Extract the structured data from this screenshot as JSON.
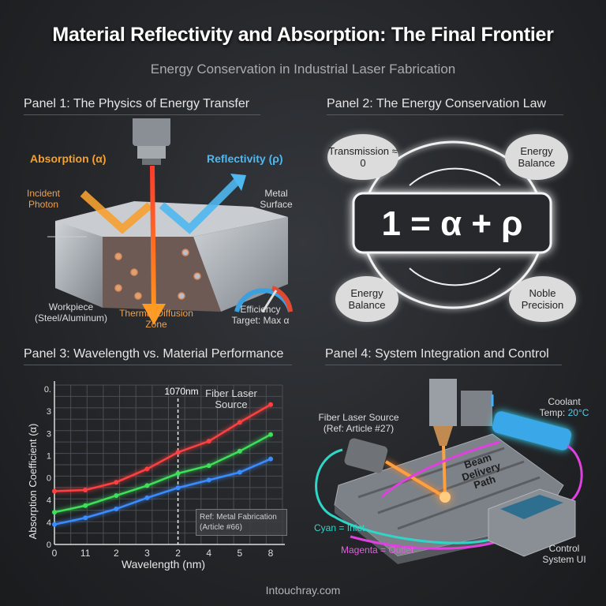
{
  "header": {
    "title": "Material Reflectivity and Absorption: The Final Frontier",
    "subtitle": "Energy Conservation in Industrial Laser Fabrication"
  },
  "panel1": {
    "title": "Panel 1: The Physics of Energy Transfer",
    "absorption": "Absorption (α)",
    "reflectivity": "Reflectivity (ρ)",
    "incident": "Incident Photon",
    "metal_surface": "Metal Surface",
    "workpiece": "Workpiece (Steel/Aluminum)",
    "thermal": "Thermal Diffusion Zone",
    "efficiency": "Efficiency Target: Max α",
    "colors": {
      "absorption": "#f5a030",
      "reflectivity": "#4fb8f0",
      "beam": "#ff4a2a"
    }
  },
  "panel2": {
    "title": "Panel 2: The Energy Conservation Law",
    "equation": "1 = α + ρ",
    "bubbles": [
      "Transmission ≈ 0",
      "Energy Balance",
      "Energy Balance",
      "Noble Precision"
    ]
  },
  "panel3": {
    "title": "Panel 3: Wavelength vs. Material Performance",
    "marker_label": "1070nm",
    "source_label": "Fiber Laser Source",
    "ref_label": "Ref: Metal Fabrication (Article #66)"
  },
  "chart_data": {
    "type": "line",
    "title": "",
    "xlabel": "Wavelength (nm)",
    "ylabel": "Absorption Coefficient (α)",
    "x_tick_labels": [
      "0",
      "11",
      "2",
      "3",
      "2",
      "4",
      "5",
      "8"
    ],
    "y_tick_labels": [
      "0",
      "4",
      "4",
      "0",
      "1",
      "3",
      "3",
      "0."
    ],
    "ylim": [
      0,
      7
    ],
    "grid": true,
    "series": [
      {
        "color": "#ff4040",
        "values": [
          2.4,
          2.45,
          2.8,
          3.4,
          4.15,
          4.65,
          5.5,
          6.3
        ]
      },
      {
        "color": "#3ee05a",
        "values": [
          1.45,
          1.75,
          2.2,
          2.65,
          3.2,
          3.55,
          4.2,
          4.95
        ]
      },
      {
        "color": "#3b8cff",
        "values": [
          0.9,
          1.2,
          1.6,
          2.1,
          2.55,
          2.9,
          3.25,
          3.85
        ]
      }
    ],
    "marker_index": 4
  },
  "panel4": {
    "title": "Panel 4: System Integration and Control",
    "fiber_source": "Fiber Laser Source (Ref: Article #27)",
    "coolant": "Coolant",
    "coolant_temp_label": "Temp:",
    "coolant_temp": "20°C",
    "beam_path": "Beam Delivery Path",
    "cyan": "Cyan = Inlet",
    "magenta": "Magenta = Outlet",
    "control": "Control System UI",
    "colors": {
      "inlet": "#2fd6c8",
      "outlet": "#e040e0",
      "beam": "#ffa040"
    }
  },
  "footer": {
    "site": "Intouchray.com"
  }
}
